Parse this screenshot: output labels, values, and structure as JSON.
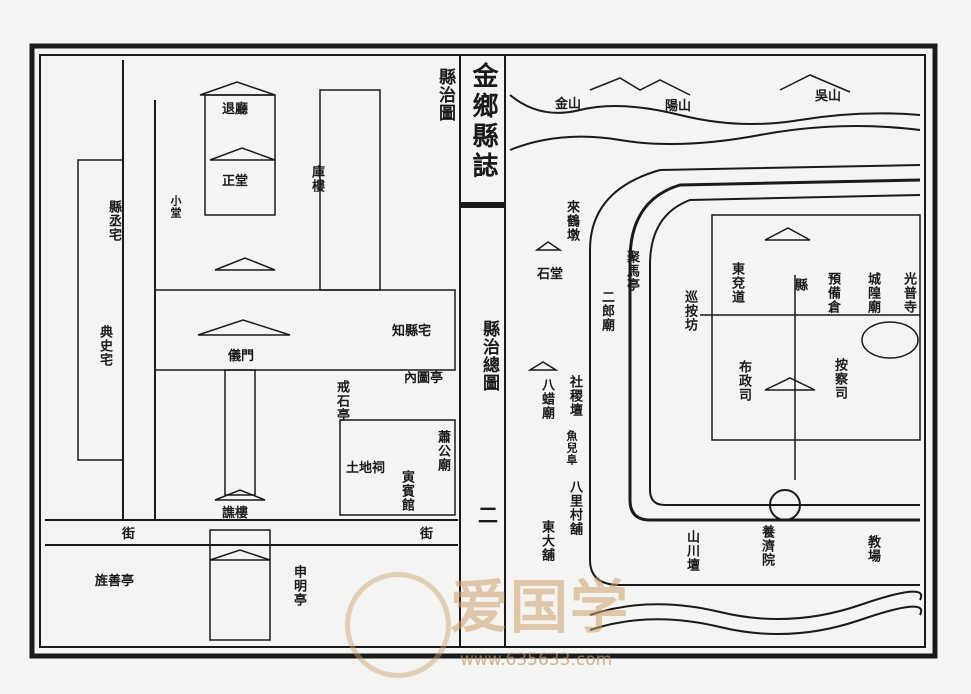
{
  "book_title": "金鄉縣誌",
  "page_number": "二",
  "left_map": {
    "title": "縣治圖",
    "labels": [
      "退廳",
      "正堂",
      "庫樓",
      "小堂",
      "縣丞宅",
      "典史宅",
      "儀門",
      "知縣宅",
      "內圖亭",
      "蕭公廟",
      "土地祠",
      "寅賓館",
      "譙樓",
      "街",
      "街",
      "旌善亭",
      "申明亭",
      "戒石亭"
    ]
  },
  "right_map": {
    "title": "縣治總圖",
    "labels": [
      "金山",
      "陽山",
      "吳山",
      "來鶴墩",
      "石堂",
      "聚馬亭",
      "二郎廟",
      "巡按坊",
      "東兗道",
      "縣",
      "預備倉",
      "城隍廟",
      "光普寺",
      "布政司",
      "按察司",
      "八蜡廟",
      "社稷壇",
      "魚兒阜",
      "八里村舖",
      "東大舖",
      "山川壇",
      "養濟院",
      "教場"
    ]
  },
  "watermark": {
    "text": "爱国学",
    "url": "www.635633.com"
  },
  "colors": {
    "ink": "#1a1a1a",
    "paper": "#f4f4f2",
    "watermark": "#cda06e"
  }
}
